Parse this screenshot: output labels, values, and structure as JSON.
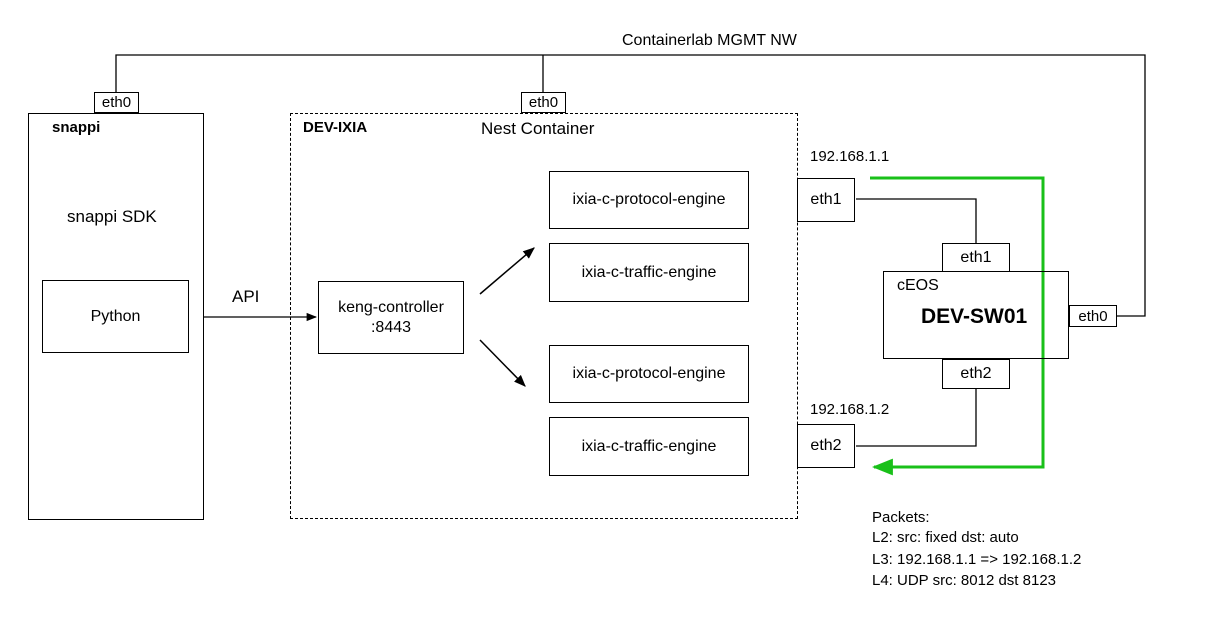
{
  "network": {
    "mgmt_label": "Containerlab MGMT NW"
  },
  "snappi": {
    "title": "snappi",
    "eth0": "eth0",
    "sdk_label": "snappi SDK",
    "python_label": "Python"
  },
  "api_label": "API",
  "dev_ixia": {
    "title": "DEV-IXIA",
    "subtitle": "Nest Container",
    "eth0": "eth0",
    "controller": {
      "line1": "keng-controller",
      "line2": ":8443"
    },
    "engines": [
      {
        "label": "ixia-c-protocol-engine"
      },
      {
        "label": "ixia-c-traffic-engine"
      },
      {
        "label": "ixia-c-protocol-engine"
      },
      {
        "label": "ixia-c-traffic-engine"
      }
    ],
    "eth1": "eth1",
    "eth2": "eth2",
    "ip1": "192.168.1.1",
    "ip2": "192.168.1.2"
  },
  "dev_sw01": {
    "os_label": "cEOS",
    "name": "DEV-SW01",
    "eth0": "eth0",
    "eth1": "eth1",
    "eth2": "eth2"
  },
  "packets": {
    "title": "Packets:",
    "l2": "L2: src: fixed dst: auto",
    "l3": "L3: 192.168.1.1 => 192.168.1.2",
    "l4": "L4: UDP src: 8012 dst 8123"
  },
  "colors": {
    "flow": "#19c019",
    "line": "#000000"
  }
}
